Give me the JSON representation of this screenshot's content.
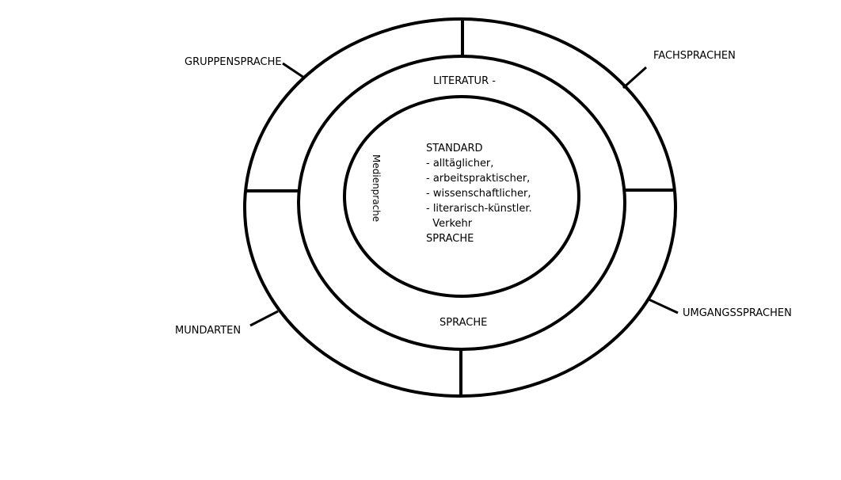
{
  "diagram": {
    "labels": {
      "top_left": "GRUPPENSPRACHE",
      "top_right": "FACHSPRACHEN",
      "bottom_left": "MUNDARTEN",
      "bottom_right": "UMGANGSSPRACHEN"
    },
    "middle_ring": {
      "top": "LITERATUR -",
      "bottom": "SPRACHE",
      "left_vertical": "Medienprache"
    },
    "core": {
      "lines": [
        "STANDARD",
        "- alltäglicher,",
        "- arbeitspraktischer,",
        "- wissenschaftlicher,",
        "- literarisch-künstler.",
        "  Verkehr",
        "SPRACHE"
      ]
    },
    "colors": {
      "stroke": "#000000",
      "background": "#ffffff"
    }
  }
}
